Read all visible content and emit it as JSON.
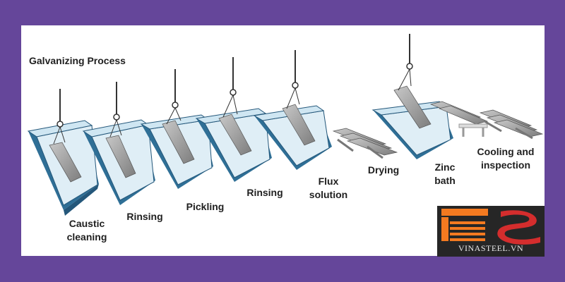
{
  "title": "Galvanizing Process",
  "steps": [
    {
      "label": "Caustic\ncleaning"
    },
    {
      "label": "Rinsing"
    },
    {
      "label": "Pickling"
    },
    {
      "label": "Rinsing"
    },
    {
      "label": "Flux\nsolution"
    },
    {
      "label": "Drying"
    },
    {
      "label": "Zinc\nbath"
    },
    {
      "label": "Cooling and\ninspection"
    }
  ],
  "logo": {
    "text": "VINASTEEL.VN"
  },
  "colors": {
    "background": "#65469a",
    "panel": "#ffffff",
    "tank_side": "#2f6f96",
    "tank_rim": "#cfe6f2",
    "steel": "#9a9a9a",
    "logo_orange": "#f47a20",
    "logo_red": "#d42d2d"
  }
}
